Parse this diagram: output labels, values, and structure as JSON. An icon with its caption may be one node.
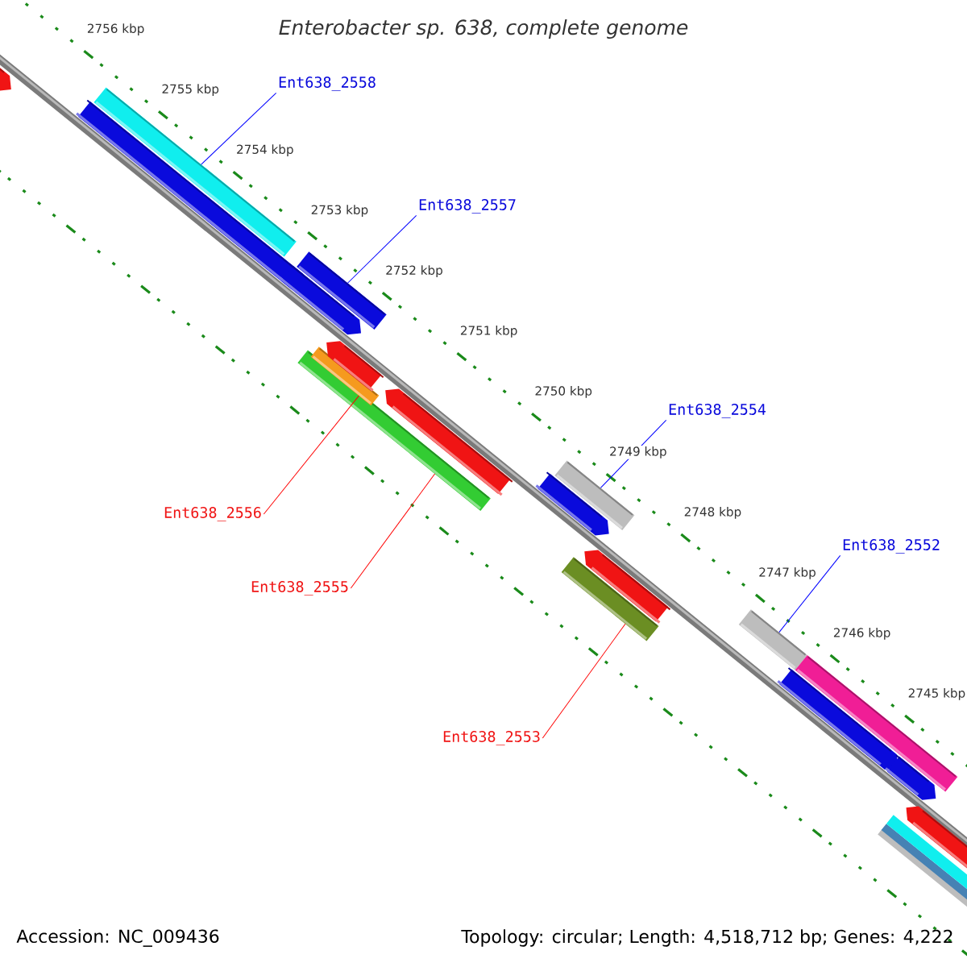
{
  "diagram": {
    "title": "Enterobacter sp. 638, complete genome",
    "nodes": [
      {
        "text": [
          "Ent638_2558"
        ]
      },
      {
        "text": [],
        "shape": "bar"
      },
      {
        "text": [
          "Ent638_2557"
        ]
      },
      {
        "text": [],
        "shape": "bar"
      },
      {
        "text": [
          "Ent638_2554"
        ]
      },
      {
        "text": [],
        "shape": "bar"
      },
      {
        "text": [
          "Ent638_2552"
        ]
      },
      {
        "text": [],
        "shape": "bar"
      },
      {
        "text": [
          "Ent638_2556"
        ]
      },
      {
        "text": [],
        "shape": "bar"
      },
      {
        "text": [
          "Ent638_2555"
        ]
      },
      {
        "text": [],
        "shape": "bar"
      },
      {
        "text": [
          "Ent638_2553"
        ]
      },
      {
        "text": [],
        "shape": "bar"
      },
      {
        "text": [],
        "shape": "pentagon"
      },
      {
        "text": [],
        "shape": "pentagon"
      },
      {
        "text": [],
        "shape": "pentagon"
      },
      {
        "text": [],
        "shape": "pentagon"
      },
      {
        "text": [],
        "shape": "pentagon"
      },
      {
        "text": [],
        "shape": "bar"
      },
      {
        "text": [],
        "shape": "pentagon"
      },
      {
        "text": [],
        "shape": "pentagon"
      },
      {
        "text": [],
        "shape": "pentagon"
      },
      {
        "text": [],
        "shape": "pentagon"
      },
      {
        "text": [],
        "shape": "pentagon"
      },
      {
        "text": [],
        "shape": "bar"
      },
      {
        "text": [],
        "shape": "bar"
      },
      {
        "text": [],
        "shape": "bar"
      }
    ],
    "edges": [
      {
        "from": 0,
        "to": 1,
        "arrow": "none"
      },
      {
        "from": 2,
        "to": 3,
        "arrow": "none"
      },
      {
        "from": 4,
        "to": 5,
        "arrow": "none"
      },
      {
        "from": 6,
        "to": 7,
        "arrow": "none"
      },
      {
        "from": 8,
        "to": 9,
        "arrow": "none",
        "color": "#ff0000"
      },
      {
        "from": 10,
        "to": 11,
        "arrow": "none",
        "color": "#ff0000"
      },
      {
        "from": 12,
        "to": 13,
        "arrow": "none",
        "color": "#ff0000"
      }
    ],
    "labels": [
      "2756 kbp",
      "2755 kbp",
      "2754 kbp",
      "2753 kbp",
      "2752 kbp",
      "2751 kbp",
      "2750 kbp",
      "2749 kbp",
      "2748 kbp",
      "2747 kbp",
      "2746 kbp",
      "2745 kbp",
      "Accession: NC_009436",
      "Topology: circular; Length: 4,518,712 bp; Genes: 4,222"
    ]
  }
}
